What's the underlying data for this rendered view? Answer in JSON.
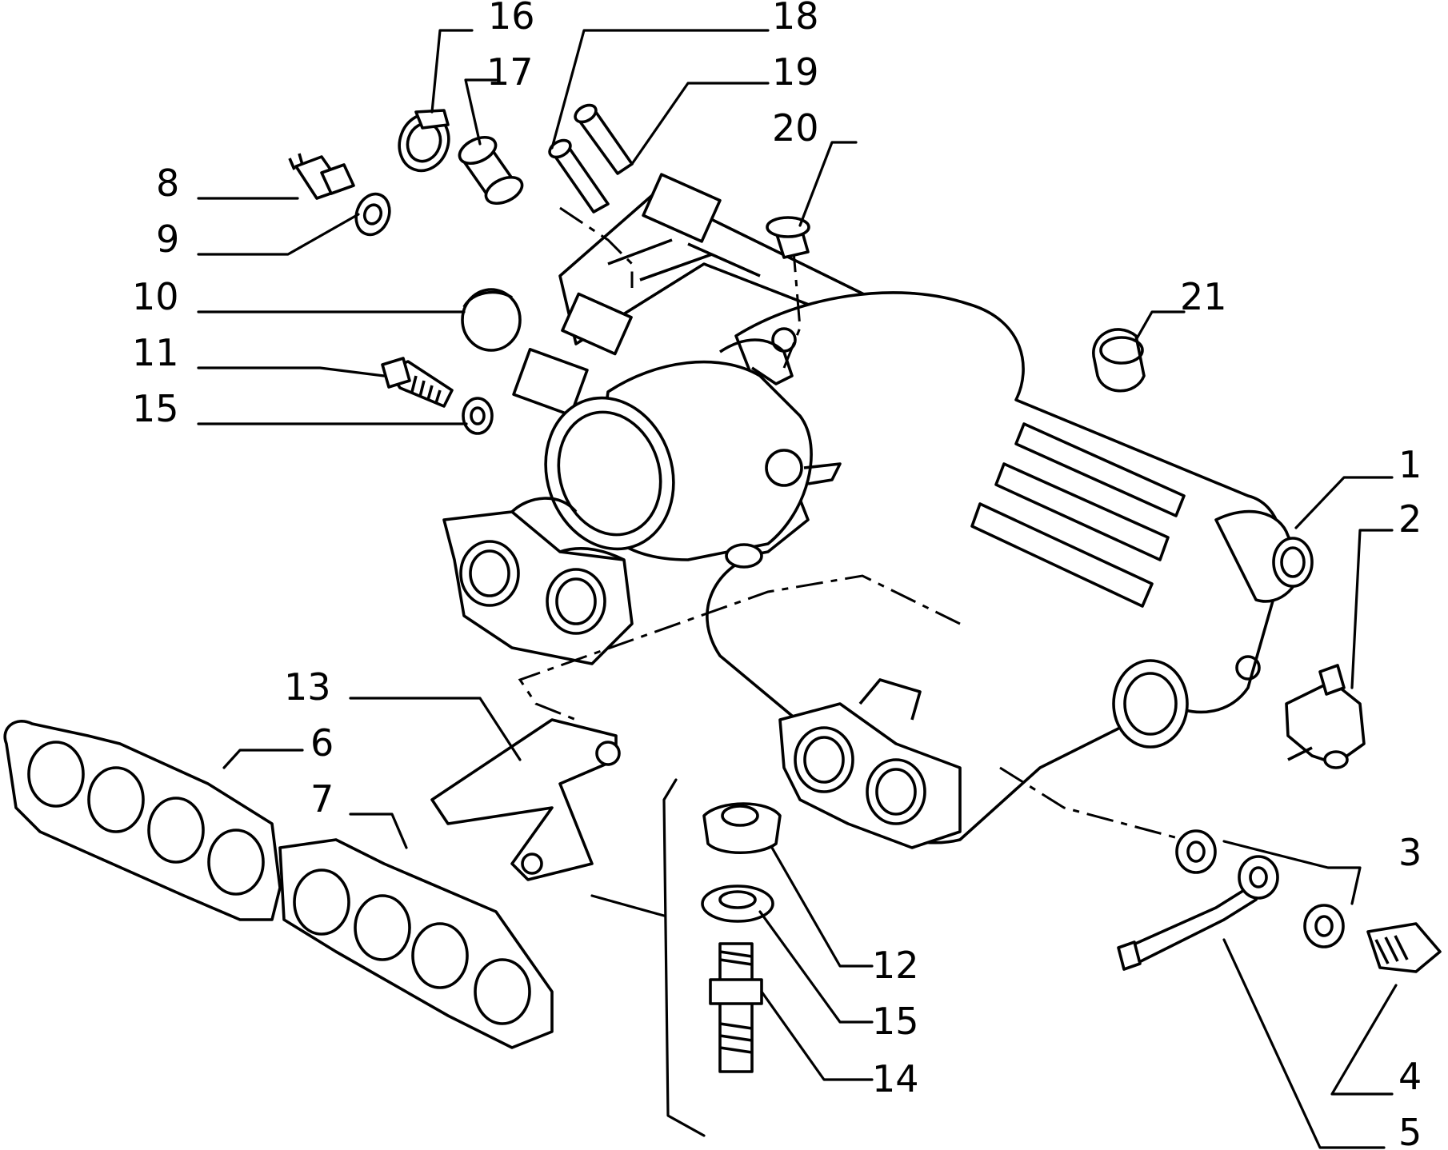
{
  "diagram": {
    "callouts": {
      "c1": "1",
      "c2": "2",
      "c3": "3",
      "c4": "4",
      "c5": "5",
      "c6": "6",
      "c7": "7",
      "c8": "8",
      "c9": "9",
      "c10": "10",
      "c11": "11",
      "c12": "12",
      "c13": "13",
      "c14": "14",
      "c15a": "15",
      "c15b": "15",
      "c16": "16",
      "c17": "17",
      "c18": "18",
      "c19": "19",
      "c20": "20",
      "c21": "21"
    }
  }
}
